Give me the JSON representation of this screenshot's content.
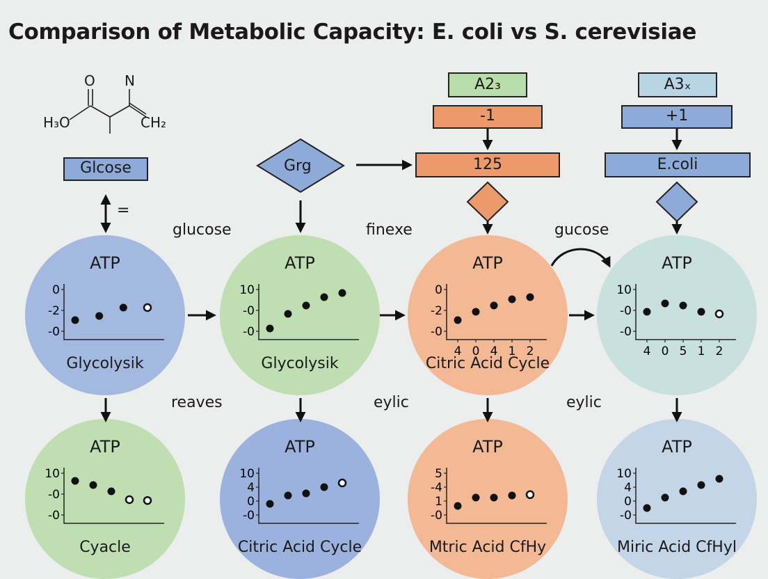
{
  "title": "Comparison of Metabolic Capacity: E. coli vs S. cerevisiae",
  "molecule": {
    "o": "O",
    "n": "N",
    "h3o": "H₃O",
    "ch2": "CH₂",
    "equals": "="
  },
  "boxes": {
    "glcose": "Glcose",
    "grg": "Grg",
    "a23": "A2₃",
    "minus1": "-1",
    "n125": "125",
    "a3x": "A3ₓ",
    "plus1": "+1",
    "ecoli": "E.coli"
  },
  "labels": {
    "glucose": "glucose",
    "finexe": "finexe",
    "gucose": "gucose",
    "reaves": "reaves",
    "eylic1": "eylic",
    "eylic2": "eylic"
  },
  "circles": [
    {
      "title": "ATP",
      "label": "Glycolysik",
      "ticks": [
        "0",
        "-2",
        "-0"
      ],
      "xticks": [],
      "points": [
        [
          0,
          0.3
        ],
        [
          1,
          0.4
        ],
        [
          2,
          0.6
        ],
        [
          3,
          0.6
        ]
      ],
      "hollow": [
        3
      ],
      "ylim": [
        0,
        1
      ]
    },
    {
      "title": "ATP",
      "label": "Glycolysik",
      "ticks": [
        "10",
        "-0",
        "-0"
      ],
      "xticks": [],
      "points": [
        [
          0,
          0.1
        ],
        [
          1,
          0.45
        ],
        [
          2,
          0.65
        ],
        [
          3,
          0.85
        ],
        [
          4,
          0.95
        ]
      ],
      "hollow": [],
      "ylim": [
        0,
        1
      ]
    },
    {
      "title": "ATP",
      "label": "Citric Acid Cycle",
      "ticks": [
        "0",
        "-2",
        "-0"
      ],
      "xticks": [
        "4",
        "0",
        "4",
        "1",
        "2"
      ],
      "points": [
        [
          0,
          0.3
        ],
        [
          1,
          0.5
        ],
        [
          2,
          0.65
        ],
        [
          3,
          0.8
        ],
        [
          4,
          0.85
        ]
      ],
      "hollow": [],
      "ylim": [
        0,
        1
      ]
    },
    {
      "title": "ATP",
      "label": "",
      "ticks": [
        "10",
        "-0",
        "-0"
      ],
      "xticks": [
        "4",
        "0",
        "5",
        "1",
        "2"
      ],
      "points": [
        [
          0,
          0.5
        ],
        [
          1,
          0.7
        ],
        [
          2,
          0.65
        ],
        [
          3,
          0.5
        ],
        [
          4,
          0.45
        ]
      ],
      "hollow": [
        4
      ],
      "ylim": [
        0,
        1
      ]
    },
    {
      "title": "ATP",
      "label": "Cyacle",
      "ticks": [
        "10",
        "-0",
        "-0"
      ],
      "xticks": [],
      "points": [
        [
          0,
          0.85
        ],
        [
          1,
          0.75
        ],
        [
          2,
          0.6
        ],
        [
          3,
          0.4
        ],
        [
          4,
          0.38
        ]
      ],
      "hollow": [
        3,
        4
      ],
      "ylim": [
        0,
        1
      ]
    },
    {
      "title": "ATP",
      "label": "Citric Acid Cycle",
      "ticks": [
        "10",
        "4",
        "0",
        "-0"
      ],
      "xticks": [],
      "points": [
        [
          0,
          0.3
        ],
        [
          1,
          0.5
        ],
        [
          2,
          0.55
        ],
        [
          3,
          0.7
        ],
        [
          4,
          0.8
        ]
      ],
      "hollow": [
        4
      ],
      "ylim": [
        0,
        1
      ]
    },
    {
      "title": "ATP",
      "label": "Mtric Acid CfHy",
      "ticks": [
        "5",
        "-4",
        "1",
        "-0"
      ],
      "xticks": [],
      "points": [
        [
          0,
          0.25
        ],
        [
          1,
          0.45
        ],
        [
          2,
          0.45
        ],
        [
          3,
          0.5
        ],
        [
          4,
          0.52
        ]
      ],
      "hollow": [
        4
      ],
      "ylim": [
        0,
        1
      ]
    },
    {
      "title": "ATP",
      "label": "Miric Acid CfHyl",
      "ticks": [
        "10",
        "4",
        "0",
        "-0"
      ],
      "xticks": [],
      "points": [
        [
          0,
          0.2
        ],
        [
          1,
          0.45
        ],
        [
          2,
          0.6
        ],
        [
          3,
          0.75
        ],
        [
          4,
          0.9
        ]
      ],
      "hollow": [],
      "ylim": [
        0,
        1
      ]
    }
  ]
}
